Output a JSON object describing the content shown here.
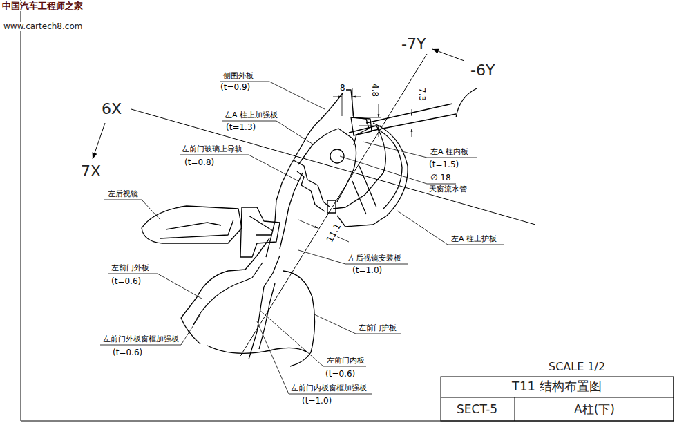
{
  "diagram": {
    "labels": [
      "中国汽车工程师之家",
      "www.cartech8.com",
      "-7Y",
      "-6Y",
      "6X",
      "7X",
      "侧围外板",
      "(t=0.9)",
      "8",
      "4.8",
      "7.3",
      "左A 柱上加强板",
      "(t=1.3)",
      "左前门玻璃上导轨",
      "(t=0.8)",
      "左A 柱内板",
      "(t=1.5)",
      "∅ 18",
      "天窗流水管",
      "左后视镜",
      "11.1",
      "左A 柱上护板",
      "左后视镜安装板",
      "(t=1.0)",
      "左前门外板",
      "(t=0.6)",
      "左前门护板",
      "左前门外板窗框加强板",
      "(t=0.6)",
      "左前门内板",
      "(t=0.6)",
      "左前门内板窗框加强板",
      "(t=1.0)",
      "SCALE 1/2",
      "T11 结构布置图",
      "SECT-5",
      "A柱(下)"
    ]
  }
}
